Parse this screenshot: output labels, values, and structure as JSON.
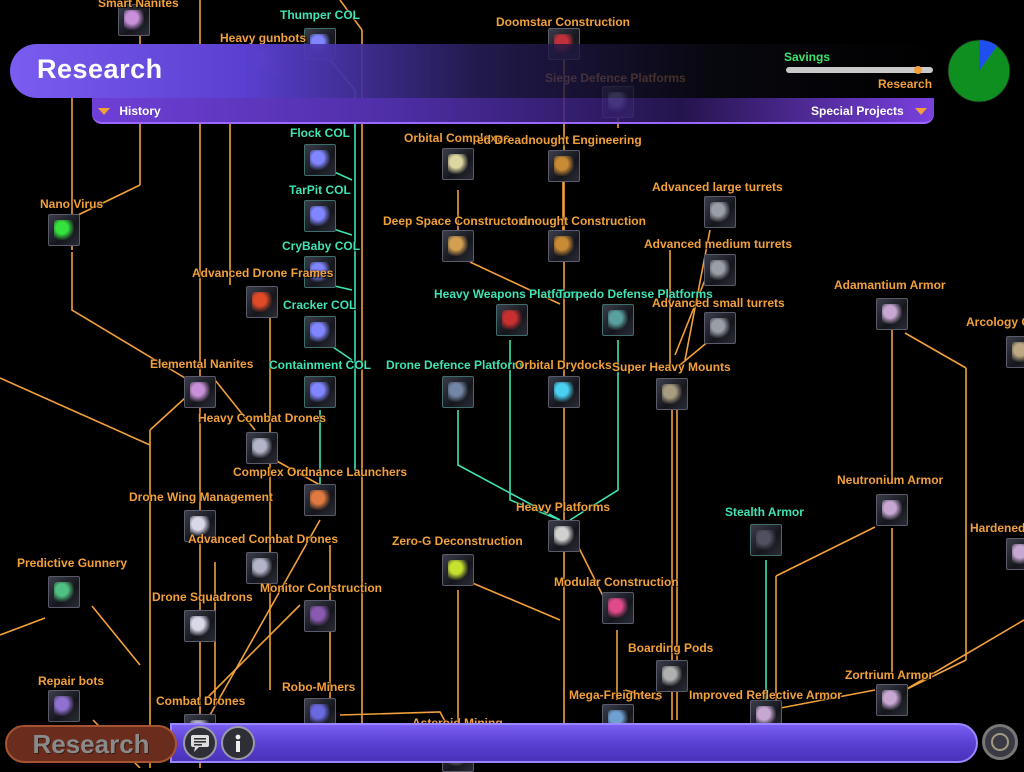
{
  "header": {
    "title": "Research",
    "history_label": "History",
    "special_projects_label": "Special Projects",
    "savings_label": "Savings",
    "research_label": "Research",
    "allocation_research_fraction": 0.9,
    "pie_research_fraction": 0.1
  },
  "colors": {
    "standard": "#f2a03a",
    "column": "#3fe3b4",
    "savings": "#3fe36b",
    "accent": "#6a4fe0",
    "pie_savings": "#0f8f1f",
    "pie_research": "#1f4ff0"
  },
  "tech_nodes": [
    {
      "id": "smart-nanites",
      "label": "Smart Nanites",
      "color": "std",
      "icon": "nanites-icon"
    },
    {
      "id": "thumper-col",
      "label": "Thumper COL",
      "color": "teal",
      "icon": "col-icon"
    },
    {
      "id": "heavy-gunbots",
      "label": "Heavy gunbots",
      "color": "std",
      "icon": "gunbot-icon"
    },
    {
      "id": "doomstar-construction",
      "label": "Doomstar Construction",
      "color": "std",
      "icon": "doomstar-icon"
    },
    {
      "id": "siege-defence-platforms",
      "label": "Siege Defence Platforms",
      "color": "std",
      "icon": "platform-icon"
    },
    {
      "id": "flock-col",
      "label": "Flock COL",
      "color": "teal",
      "icon": "col-icon"
    },
    {
      "id": "orbital-complexes",
      "label": "Orbital Complexes",
      "color": "std",
      "icon": "complex-icon"
    },
    {
      "id": "dreadnought-engineering",
      "label": "ed Dreadnought Engineering",
      "color": "std",
      "icon": "dreadnought-icon"
    },
    {
      "id": "advanced-large-turrets",
      "label": "Advanced large turrets",
      "color": "std",
      "icon": "turret-icon"
    },
    {
      "id": "nano-virus",
      "label": "Nano Virus",
      "color": "std",
      "icon": "virus-icon"
    },
    {
      "id": "tarpit-col",
      "label": "TarPit COL",
      "color": "teal",
      "icon": "col-icon"
    },
    {
      "id": "deep-space-constructors",
      "label": "Deep Space Constructors",
      "color": "std",
      "icon": "wrench-icon"
    },
    {
      "id": "dreadnought-construction",
      "label": "dnought Construction",
      "color": "std",
      "icon": "dreadnought-icon"
    },
    {
      "id": "crybaby-col",
      "label": "CryBaby COL",
      "color": "teal",
      "icon": "col-icon"
    },
    {
      "id": "advanced-medium-turrets",
      "label": "Advanced medium turrets",
      "color": "std",
      "icon": "turret-icon"
    },
    {
      "id": "advanced-drone-frames",
      "label": "Advanced Drone Frames",
      "color": "std",
      "icon": "drone-frame-icon"
    },
    {
      "id": "heavy-weapons-platform",
      "label": "Heavy Weapons Platform",
      "color": "teal",
      "icon": "weapon-platform-icon"
    },
    {
      "id": "torpedo-defense-platforms",
      "label": "Torpedo Defense Platforms",
      "color": "teal",
      "icon": "torpedo-icon"
    },
    {
      "id": "cracker-col",
      "label": "Cracker COL",
      "color": "teal",
      "icon": "col-icon"
    },
    {
      "id": "advanced-small-turrets",
      "label": "Advanced small turrets",
      "color": "std",
      "icon": "turret-icon"
    },
    {
      "id": "adamantium-armor",
      "label": "Adamantium Armor",
      "color": "std",
      "icon": "armor-icon"
    },
    {
      "id": "arcology",
      "label": "Arcology C",
      "color": "std",
      "icon": "arcology-icon"
    },
    {
      "id": "elemental-nanites",
      "label": "Elemental Nanites",
      "color": "std",
      "icon": "nanites-icon"
    },
    {
      "id": "containment-col",
      "label": "Containment COL",
      "color": "teal",
      "icon": "col-icon"
    },
    {
      "id": "drone-defence-platform",
      "label": "Drone Defence Platform",
      "color": "teal",
      "icon": "drone-platform-icon"
    },
    {
      "id": "orbital-drydocks",
      "label": "Orbital Drydocks",
      "color": "std",
      "icon": "drydock-icon"
    },
    {
      "id": "super-heavy-mounts",
      "label": "Super Heavy Mounts",
      "color": "std",
      "icon": "mount-icon"
    },
    {
      "id": "heavy-combat-drones",
      "label": "Heavy Combat Drones",
      "color": "std",
      "icon": "drone-icon"
    },
    {
      "id": "complex-ordnance-launchers",
      "label": "Complex Ordnance Launchers",
      "color": "std",
      "icon": "launcher-icon"
    },
    {
      "id": "neutronium-armor",
      "label": "Neutronium Armor",
      "color": "std",
      "icon": "armor-icon"
    },
    {
      "id": "drone-wing-management",
      "label": "Drone Wing Management",
      "color": "std",
      "icon": "drone-wing-icon"
    },
    {
      "id": "heavy-platforms",
      "label": "Heavy Platforms",
      "color": "std",
      "icon": "heavy-platform-icon"
    },
    {
      "id": "stealth-armor",
      "label": "Stealth Armor",
      "color": "teal",
      "icon": "stealth-icon"
    },
    {
      "id": "hardened",
      "label": "Hardened",
      "color": "std",
      "icon": "armor-icon"
    },
    {
      "id": "advanced-combat-drones",
      "label": "Advanced Combat Drones",
      "color": "std",
      "icon": "drone-icon"
    },
    {
      "id": "zero-g-deconstruction",
      "label": "Zero-G Deconstruction",
      "color": "std",
      "icon": "recycle-icon"
    },
    {
      "id": "predictive-gunnery",
      "label": "Predictive Gunnery",
      "color": "std",
      "icon": "gunnery-icon"
    },
    {
      "id": "modular-construction",
      "label": "Modular Construction",
      "color": "std",
      "icon": "puzzle-icon"
    },
    {
      "id": "monitor-construction",
      "label": "Monitor Construction",
      "color": "std",
      "icon": "monitor-icon"
    },
    {
      "id": "drone-squadrons",
      "label": "Drone Squadrons",
      "color": "std",
      "icon": "drone-wing-icon"
    },
    {
      "id": "boarding-pods",
      "label": "Boarding Pods",
      "color": "std",
      "icon": "pod-icon"
    },
    {
      "id": "repair-bots",
      "label": "Repair bots",
      "color": "std",
      "icon": "repair-icon"
    },
    {
      "id": "zortrium-armor",
      "label": "Zortrium Armor",
      "color": "std",
      "icon": "armor-icon"
    },
    {
      "id": "combat-drones",
      "label": "Combat Drones",
      "color": "std",
      "icon": "drone-icon"
    },
    {
      "id": "robo-miners",
      "label": "Robo-Miners",
      "color": "std",
      "icon": "miner-icon"
    },
    {
      "id": "mega-freighters",
      "label": "Mega-Freighters",
      "color": "std",
      "icon": "freighter-icon"
    },
    {
      "id": "improved-reflective-armor",
      "label": "Improved Reflective Armor",
      "color": "std",
      "icon": "armor-icon"
    },
    {
      "id": "asteroid-mining",
      "label": "Asteroid Mining",
      "color": "std",
      "icon": "asteroid-icon"
    }
  ],
  "footer": {
    "title": "Research"
  }
}
